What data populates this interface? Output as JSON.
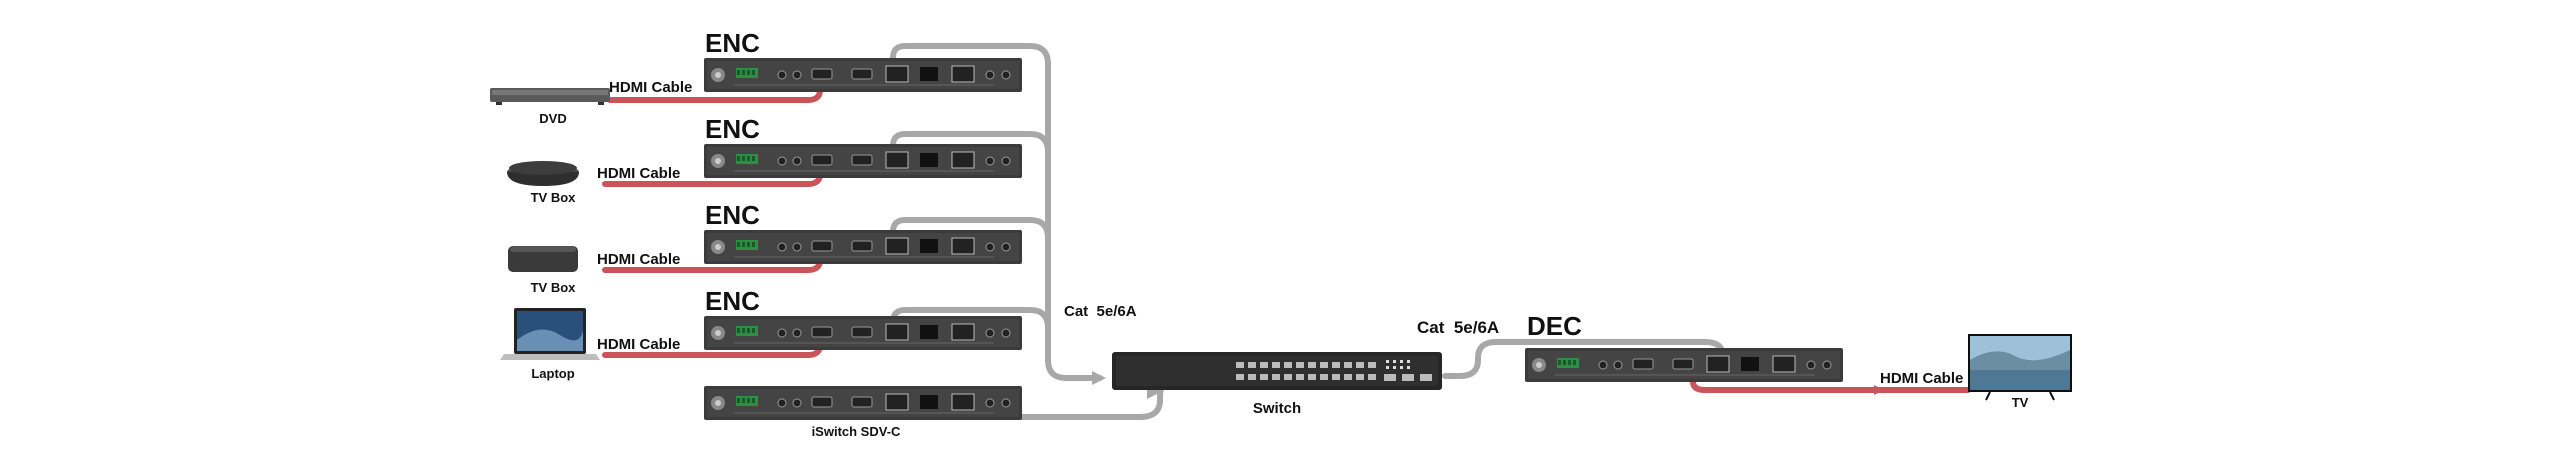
{
  "sources": [
    {
      "name": "DVD",
      "icon": "dvd-player-icon",
      "cable": "HDMI Cable",
      "unit": "ENC"
    },
    {
      "name": "TV Box",
      "icon": "tv-box-icon",
      "cable": "HDMI Cable",
      "unit": "ENC"
    },
    {
      "name": "TV Box",
      "icon": "tv-box-icon",
      "cable": "HDMI Cable",
      "unit": "ENC"
    },
    {
      "name": "Laptop",
      "icon": "laptop-icon",
      "cable": "HDMI Cable",
      "unit": "ENC"
    }
  ],
  "controller": {
    "name": "iSwitch SDV-C"
  },
  "switch": {
    "name": "Switch",
    "cable_in": "Cat  5e/6A",
    "cable_out": "Cat  5e/6A"
  },
  "decoder": {
    "name": "DEC",
    "cable": "HDMI Cable"
  },
  "display": {
    "name": "TV"
  },
  "colors": {
    "hdmi": "#c9545a",
    "cat": "#a8a8a8",
    "device": "#3b3b3b",
    "device_face": "#4a4a4a"
  }
}
